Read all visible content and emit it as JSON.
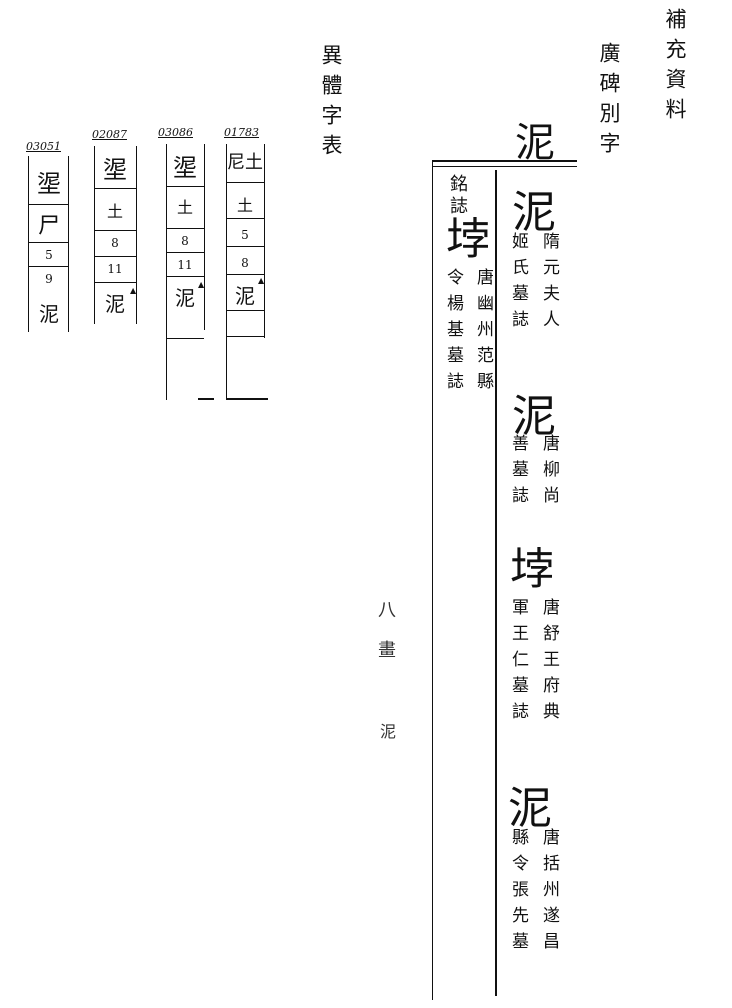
{
  "header": {
    "supplementary": "補充資料",
    "stele_variants": "廣碑別字",
    "variant_table": "異體字表"
  },
  "main": {
    "head_char": "泥",
    "entries": [
      {
        "glyph": "泥",
        "caption_cols": [
          "隋元夫人",
          "姬氏墓誌"
        ]
      },
      {
        "glyph": "泥",
        "caption_cols": [
          "唐柳尚",
          "善墓誌"
        ]
      },
      {
        "glyph": "𡋯",
        "caption_cols": [
          "唐舒王府典",
          "軍王仁墓誌"
        ]
      },
      {
        "glyph": "泥",
        "caption_cols": [
          "唐括州遂昌",
          "縣令張先墓"
        ]
      }
    ],
    "left_entry": {
      "top": "銘誌",
      "glyph": "𡋯",
      "caption_cols": [
        "唐幽州范縣",
        "令楊基墓誌"
      ]
    }
  },
  "side_marks": [
    "八畫",
    "泥"
  ],
  "cards": [
    {
      "id": "03051",
      "glyph": "埿",
      "cells": [
        "尸",
        "5",
        "9"
      ],
      "last": "泥"
    },
    {
      "id": "02087",
      "glyph": "埿",
      "cells": [
        "土",
        "8",
        "11"
      ],
      "last": "泥"
    },
    {
      "id": "03086",
      "glyph": "埿",
      "cells": [
        "土",
        "8",
        "11"
      ],
      "last": "泥"
    },
    {
      "id": "01783",
      "glyph": "尼土",
      "cells": [
        "土",
        "5",
        "8"
      ],
      "last": "泥"
    }
  ],
  "marks": {
    "triangle": "▲"
  }
}
